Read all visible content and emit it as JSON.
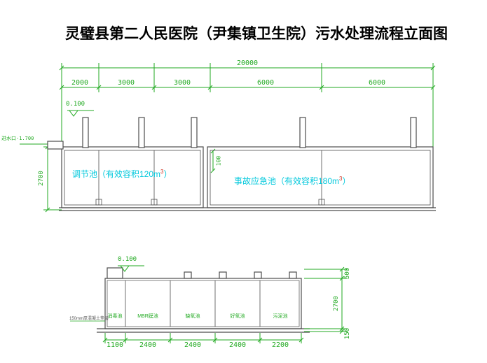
{
  "title": "灵璧县第二人民医院（尹集镇卫生院）污水处理流程立面图",
  "colors": {
    "dimension_green": "#22aa22",
    "structure_gray": "#4d4d4d",
    "label_cyan": "#00c8dc",
    "superscript_red": "#cc3322",
    "title_black": "#000000"
  },
  "upper": {
    "total_dim": "20000",
    "seg_dims": [
      "2000",
      "3000",
      "3000",
      "6000",
      "6000"
    ],
    "elevation": "0.100",
    "inlet_label": "进水口-1.700",
    "height_dim": "2700",
    "step_dim": "100",
    "tank1": {
      "text": "调节池（有效容积120m",
      "sup": "3",
      "close": "）"
    },
    "tank2": {
      "text": "事故应急池（有效容积180m",
      "sup": "3",
      "close": "）"
    }
  },
  "lower": {
    "elevation": "0.100",
    "compartments": [
      "消毒池",
      "MBR膜池",
      "缺氧池",
      "好氧池",
      "污泥池"
    ],
    "bottom_dims": [
      "1100",
      "2400",
      "2400",
      "2400",
      "2200"
    ],
    "right_dims": [
      "500",
      "2700",
      "150"
    ],
    "base_note": "150mm厚混凝土垫层"
  }
}
